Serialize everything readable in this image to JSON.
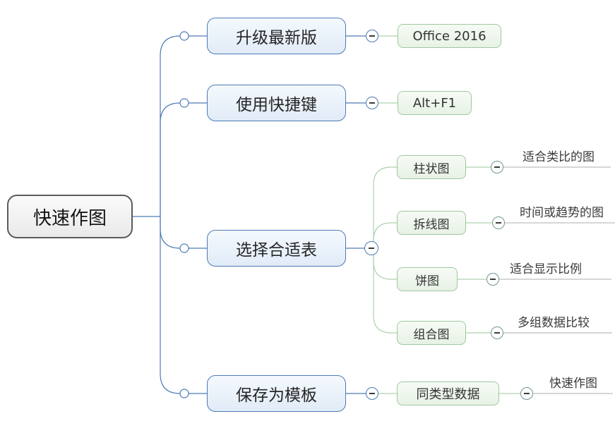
{
  "root": {
    "label": "快速作图"
  },
  "branches": [
    {
      "label": "升级最新版",
      "children": [
        {
          "label": "Office 2016"
        }
      ]
    },
    {
      "label": "使用快捷键",
      "children": [
        {
          "label": "Alt+F1"
        }
      ]
    },
    {
      "label": "选择合适表",
      "children": [
        {
          "label": "柱状图",
          "children": [
            {
              "label": "适合类比的图"
            }
          ]
        },
        {
          "label": "拆线图",
          "children": [
            {
              "label": "时间或趋势的图"
            }
          ]
        },
        {
          "label": "饼图",
          "children": [
            {
              "label": "适合显示比例"
            }
          ]
        },
        {
          "label": "组合图",
          "children": [
            {
              "label": "多组数据比较"
            }
          ]
        }
      ]
    },
    {
      "label": "保存为模板",
      "children": [
        {
          "label": "同类型数据",
          "children": [
            {
              "label": "快速作图"
            }
          ]
        }
      ]
    }
  ],
  "colors": {
    "branch_line": "#4d7bb5",
    "branch_border": "#4d7bb5",
    "branch_fill": "#e9f1fa",
    "child_border": "#9fc89f",
    "child_fill": "#edf6ec",
    "child_line": "#aed0ae",
    "root_border": "#5a5b5d",
    "root_fill": "#f1f1f1",
    "leaf_underline": "#c9c9c9",
    "handle_green_border": "#71958e",
    "background": "#ffffff"
  }
}
